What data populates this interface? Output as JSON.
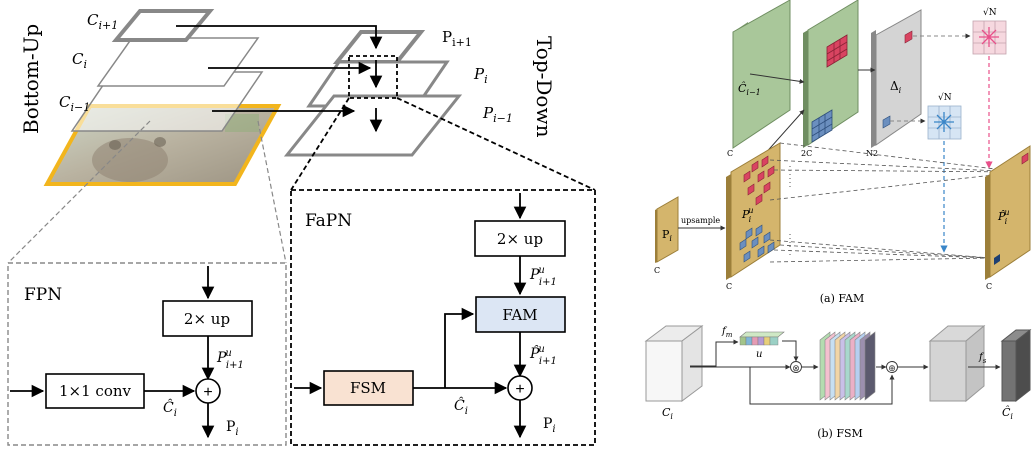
{
  "pyramid": {
    "side_left": "Bottom-Up",
    "side_right": "Top-Down",
    "c_labels": {
      "c_ip1": "C",
      "c_ip1_sub": "i+1",
      "c_i": "C",
      "c_i_sub": "i",
      "c_im1": "C",
      "c_im1_sub": "i−1"
    },
    "p_labels": {
      "p_ip1": "P",
      "p_ip1_sub": "i+1",
      "p_i": "P",
      "p_i_sub": "i",
      "p_im1": "P",
      "p_im1_sub": "i−1"
    }
  },
  "fpn": {
    "title": "FPN",
    "up_box": "2× up",
    "conv_box": "1×1 conv",
    "plus": "+",
    "p_up": "P",
    "p_up_sup": "u",
    "p_up_sub": "i+1",
    "c_hat": "Ĉ",
    "c_hat_sub": "i",
    "out": "P",
    "out_sub": "i"
  },
  "fapn": {
    "title": "FaPN",
    "up_box": "2× up",
    "fam_box": "FAM",
    "fsm_box": "FSM",
    "plus": "+",
    "p_up": "P",
    "p_up_sup": "u",
    "p_up_sub": "i+1",
    "p_hat": "P̂",
    "p_hat_sup": "u",
    "p_hat_sub": "i+1",
    "c_hat": "Ĉ",
    "c_hat_sub": "i",
    "out": "P",
    "out_sub": "i"
  },
  "fam_panel": {
    "c_hat_label": "Ĉ",
    "c_hat_sub": "i−1",
    "delta_label": "Δ",
    "delta_sub": "i",
    "sqrtN_top": "√N",
    "sqrtN_mid": "√N",
    "dim_c1": "C",
    "dim_2c": "2C",
    "dim_2n": "N2",
    "p_small": "P",
    "p_small_sub": "i",
    "upsample": "upsample",
    "p_up": "P",
    "p_up_sup": "u",
    "p_up_sub": "i",
    "p_hat": "P̂",
    "p_hat_sup": "u",
    "p_hat_sub": "i",
    "dim_c2": "C",
    "dim_c3": "C",
    "dim_c4": "C",
    "caption": "(a) FAM"
  },
  "fsm_panel": {
    "f_m": "f",
    "f_m_sub": "m",
    "u": "u",
    "times": "⊗",
    "oplus": "⊕",
    "f_s": "f",
    "f_s_sub": "s",
    "c_i": "C",
    "c_i_sub": "i",
    "c_hat": "Ĉ",
    "c_hat_sub": "i",
    "caption": "(b) FSM"
  },
  "colors": {
    "fam_fill": "#dce6f4",
    "fsm_fill": "#f9e2d2",
    "green_plane": "#a9c79a",
    "tan_plane": "#d4b56c",
    "bear_frame": "#f2b51d",
    "arrow_pink": "#e8508a",
    "arrow_blue": "#3a86c8"
  }
}
